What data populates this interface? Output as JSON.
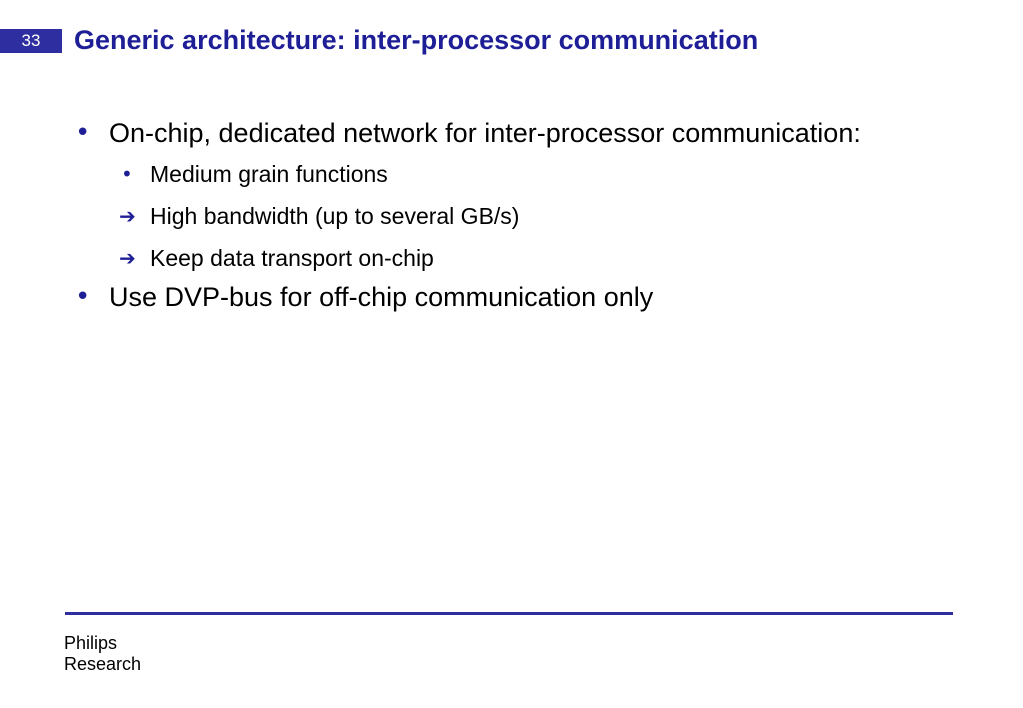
{
  "slide": {
    "number": "33",
    "title": "Generic architecture: inter-processor communication"
  },
  "bullets": [
    {
      "marker": "•",
      "marker_icon": "bullet-dot",
      "text": "On-chip, dedicated network for inter-processor communication:"
    },
    {
      "marker": "•",
      "marker_icon": "bullet-dot",
      "text": "Medium grain functions"
    },
    {
      "marker": "➔",
      "marker_icon": "arrow-right-icon",
      "text": "High bandwidth (up to several GB/s)"
    },
    {
      "marker": "➔",
      "marker_icon": "arrow-right-icon",
      "text": "Keep data transport on-chip"
    },
    {
      "marker": "•",
      "marker_icon": "bullet-dot",
      "text": "Use DVP-bus for off-chip communication only"
    }
  ],
  "footer": {
    "line1": "Philips",
    "line2": "Research"
  },
  "colors": {
    "accent": "#1e1e96",
    "number_box": "#2e2ea0",
    "footer_rule": "#2e2ea0"
  }
}
